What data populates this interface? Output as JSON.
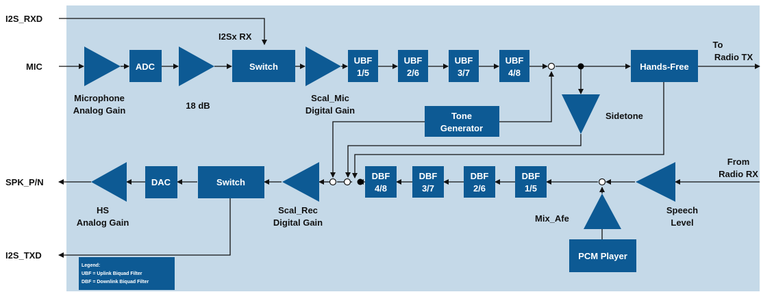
{
  "blocks": {
    "adc": "ADC",
    "switch_tx": "Switch",
    "ubf1": [
      "UBF",
      "1/5"
    ],
    "ubf2": [
      "UBF",
      "2/6"
    ],
    "ubf3": [
      "UBF",
      "3/7"
    ],
    "ubf4": [
      "UBF",
      "4/8"
    ],
    "hands_free": "Hands-Free",
    "tone_gen": [
      "Tone",
      "Generator"
    ],
    "dac": "DAC",
    "switch_rx": "Switch",
    "dbf4": [
      "DBF",
      "4/8"
    ],
    "dbf3": [
      "DBF",
      "3/7"
    ],
    "dbf2": [
      "DBF",
      "2/6"
    ],
    "dbf1": [
      "DBF",
      "1/5"
    ],
    "pcm_player": "PCM Player"
  },
  "labels": {
    "i2s_rxd": "I2S_RXD",
    "mic": "MIC",
    "i2sx_rx": "I2Sx RX",
    "to_radio_tx": [
      "To",
      "Radio TX"
    ],
    "mic_analog_gain": [
      "Microphone",
      "Analog Gain"
    ],
    "db18": "18 dB",
    "scal_mic": [
      "Scal_Mic",
      "Digital Gain"
    ],
    "sidetone": "Sidetone",
    "spk_pn": "SPK_P/N",
    "hs_analog_gain": [
      "HS",
      "Analog Gain"
    ],
    "scal_rec": [
      "Scal_Rec",
      "Digital Gain"
    ],
    "from_radio_rx": [
      "From",
      "Radio RX"
    ],
    "speech_level": [
      "Speech",
      "Level"
    ],
    "mix_afe": "Mix_Afe",
    "i2s_txd": "I2S_TXD"
  },
  "legend": {
    "title": "Legend:",
    "line1": "UBF = Uplink Biquad Filter",
    "line2": "DBF = Downlink Biquad Filter"
  },
  "colors": {
    "background": "#c5d9e8",
    "block": "#0d5a94",
    "wire": "#111111"
  }
}
